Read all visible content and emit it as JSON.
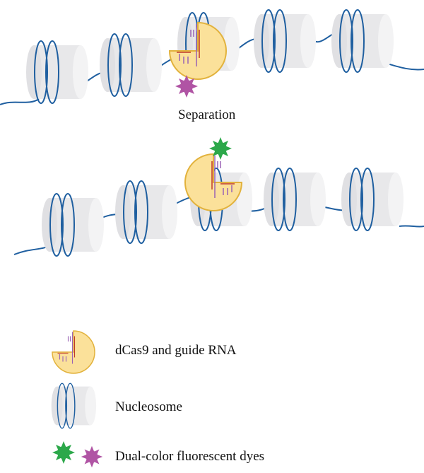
{
  "labels": {
    "separation": "Separation"
  },
  "legend": {
    "dcas9": "dCas9 and guide RNA",
    "nucleosome": "Nucleosome",
    "dyes": "Dual-color fluorescent dyes"
  },
  "colors": {
    "dna": "#1f5fa0",
    "nucleosome_body": "#eaeaec",
    "nucleosome_side": "#f4f4f5",
    "nucleosome_outline": "#d0d0d4",
    "dcas9_fill": "#fbe19a",
    "dcas9_outline": "#e2b23c",
    "guide_rna": "#9a63b5",
    "dna_strand": "#c0392b",
    "dye_green": "#2ca84a",
    "dye_magenta": "#b054a4"
  },
  "icons": [
    "nucleosome-icon",
    "dcas9-icon",
    "green-dye-icon",
    "magenta-dye-icon"
  ]
}
